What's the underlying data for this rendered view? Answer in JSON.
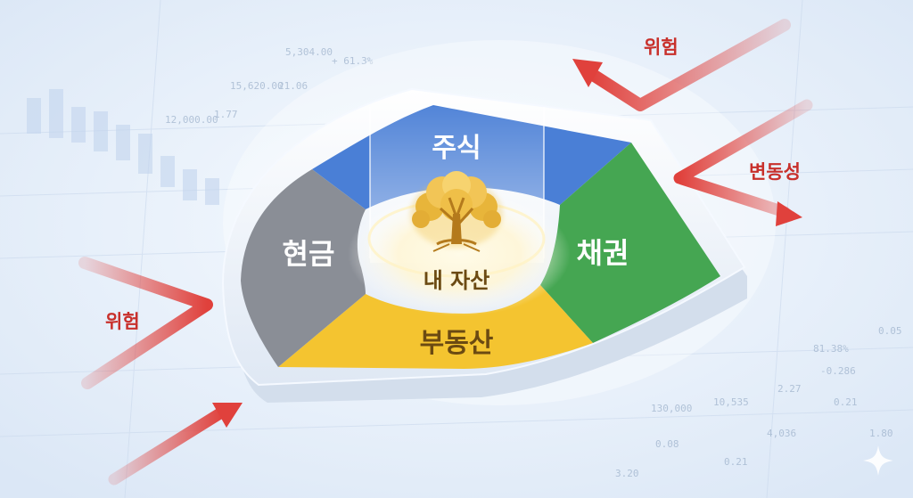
{
  "segments": {
    "stocks": {
      "label": "주식",
      "color": "#4a7fd6"
    },
    "bonds": {
      "label": "채권",
      "color": "#45a652"
    },
    "real_estate": {
      "label": "부동산",
      "color": "#f4c430"
    },
    "cash": {
      "label": "현금",
      "color": "#8a8e96"
    }
  },
  "center": {
    "label": "내 자산",
    "tree_icon": "golden-tree-icon"
  },
  "risks": {
    "top_right": "위험",
    "right": "변동성",
    "left": "위험"
  },
  "arrow_color": "#e0413c",
  "background_numbers": [
    "12,000.00",
    "1.77",
    "15,620.00",
    "21.06",
    "5,304.00",
    "+ 61.3%",
    "130,000",
    "0.08",
    "10,535",
    "0.21",
    "4,036",
    "2.27",
    "-0.286",
    "81.38%",
    "0.21",
    "1.80",
    "3.20",
    "0.05"
  ],
  "corner_icon": "sparkle-icon"
}
